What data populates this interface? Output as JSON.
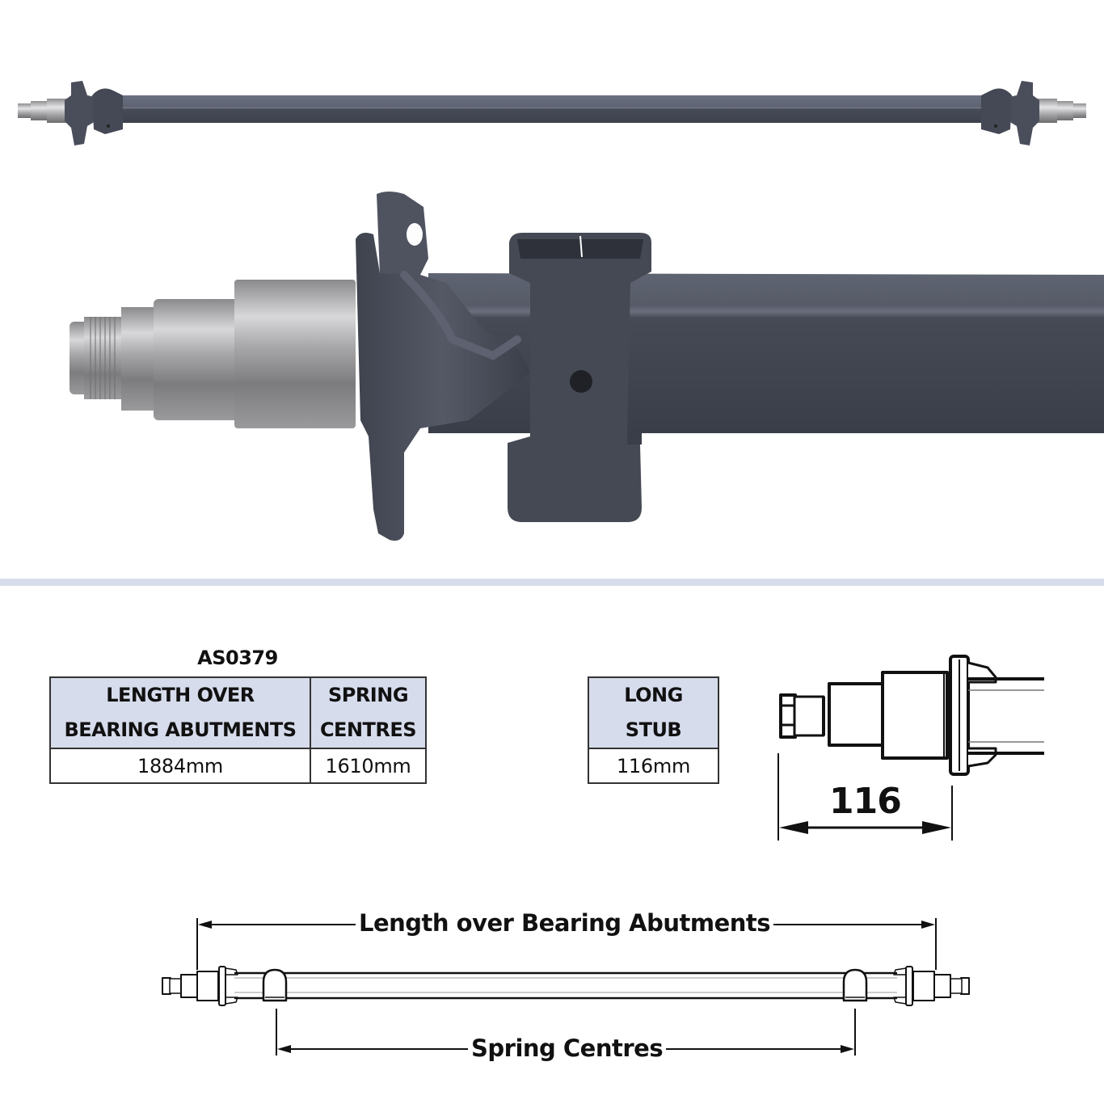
{
  "product": {
    "part_code": "AS0379",
    "photos": {
      "full_axle_alt": "full-axle-photo",
      "closeup_alt": "stub-axle-closeup-photo"
    }
  },
  "spec_table": {
    "headers": [
      [
        "LENGTH OVER",
        "BEARING ABUTMENTS"
      ],
      [
        "SPRING",
        "CENTRES"
      ]
    ],
    "values": [
      "1884mm",
      "1610mm"
    ]
  },
  "stub_table": {
    "header": [
      "LONG",
      "STUB"
    ],
    "value": "116mm"
  },
  "stub_diagram": {
    "dimension_label": "116"
  },
  "axle_diagram": {
    "length_label": "Length over Bearing Abutments",
    "spring_label": "Spring Centres"
  },
  "colors": {
    "table_header_bg": "#d7dcec",
    "divider": "#d7dcec",
    "axle_paint": "#3f4350",
    "axle_paint_top": "#5c6170",
    "steel": "#a9a9ab"
  }
}
